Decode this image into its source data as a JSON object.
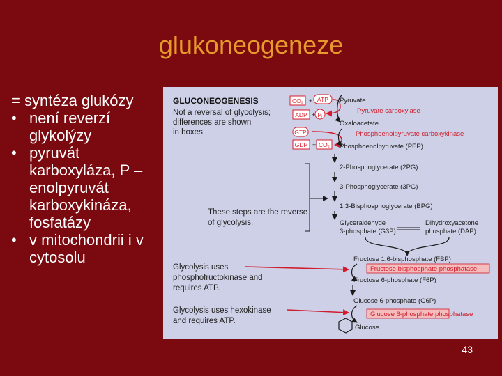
{
  "slide": {
    "title": "glukoneogeneze",
    "page_number": "43"
  },
  "bullets": [
    {
      "mark": "=",
      "text": "syntéza glukózy"
    },
    {
      "mark": "•",
      "text": "není reverzí glykolýzy"
    },
    {
      "mark": "•",
      "text": "pyruvát karboxyláza, P –enolpyruvát karboxykináza, fosfatázy"
    },
    {
      "mark": "•",
      "text": "v mitochondrii i v cytosolu"
    }
  ],
  "figure": {
    "heading": "GLUCONEOGENESIS",
    "subtitle_lines": [
      "Not a reversal of glycolysis;",
      "differences are shown",
      "in boxes"
    ],
    "reverse_note_lines": [
      "These steps are the reverse",
      "of glycolysis."
    ],
    "note_pfk_lines": [
      "Glycolysis uses",
      "phosphofructokinase and",
      "requires ATP."
    ],
    "note_hk_lines": [
      "Glycolysis uses hexokinase",
      "and requires ATP."
    ],
    "cofactors": {
      "co2": "CO₂",
      "atp": "ATP",
      "adp": "ADP",
      "pi": "Pᵢ",
      "gtp": "GTP",
      "gdp": "GDP"
    },
    "metabolites": {
      "pyruvate": "Pyruvate",
      "oxaloacetate": "Oxaloacetate",
      "pep": "Phosphoenolpyruvate (PEP)",
      "pg2": "2-Phosphoglycerate (2PG)",
      "pg3": "3-Phosphoglycerate (3PG)",
      "bpg": "1,3-Bisphosphoglycerate (BPG)",
      "g3p_lines": [
        "Glyceraldehyde",
        "3-phosphate (G3P)"
      ],
      "dhap_lines": [
        "Dihydroxyacetone",
        "phosphate (DAP)"
      ],
      "fbp": "Fructose 1,6-bisphosphate (FBP)",
      "f6p": "Fructose 6-phosphate (F6P)",
      "g6p": "Glucose 6-phosphate (G6P)",
      "glucose": "Glucose"
    },
    "enzymes": {
      "pc": "Pyruvate carboxylase",
      "pepck": "Phosphoenolpyruvate carboxykinase",
      "fbpase": "Fructose bisphosphate phosphatase",
      "g6pase": "Glucose 6-phosphate phosphatase"
    },
    "colors": {
      "figure_bg": "#cdd0e6",
      "enzyme_highlight": "#f4bcbc",
      "arrow_red": "#d21c2c",
      "cofactor_red": "#d81e2a"
    }
  }
}
